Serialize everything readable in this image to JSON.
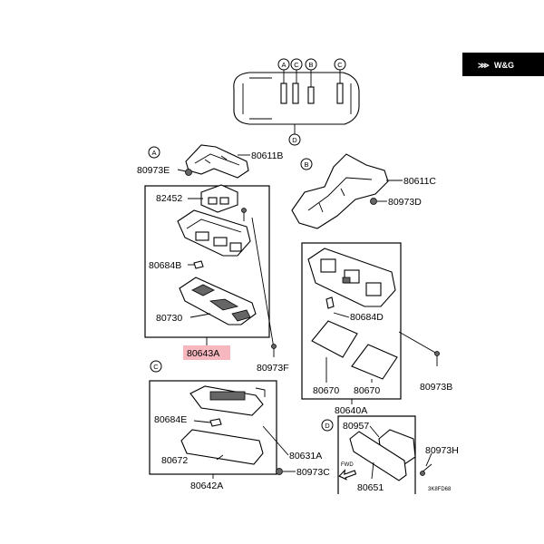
{
  "badge": {
    "text": "W&G",
    "bg": "#000000"
  },
  "callouts": {
    "a": "A",
    "b": "B",
    "c": "C",
    "d": "D"
  },
  "highlight": {
    "color": "#f6b7bf"
  },
  "parts": {
    "p80611B": "80611B",
    "p80973E": "80973E",
    "p82452": "82452",
    "p80684B": "80684B",
    "p80730": "80730",
    "p80643A": "80643A",
    "p80973F": "80973F",
    "p80611C": "80611C",
    "p80973D": "80973D",
    "p80684D": "80684D",
    "p80670a": "80670",
    "p80670b": "80670",
    "p80640A": "80640A",
    "p80973B": "80973B",
    "p80684E": "80684E",
    "p80672": "80672",
    "p80642A": "80642A",
    "p80631A": "80631A",
    "p80973C": "80973C",
    "p80957": "80957",
    "p80973H": "80973H",
    "p80651": "80651",
    "fwd": "FWD",
    "code": "3K8FD68"
  }
}
